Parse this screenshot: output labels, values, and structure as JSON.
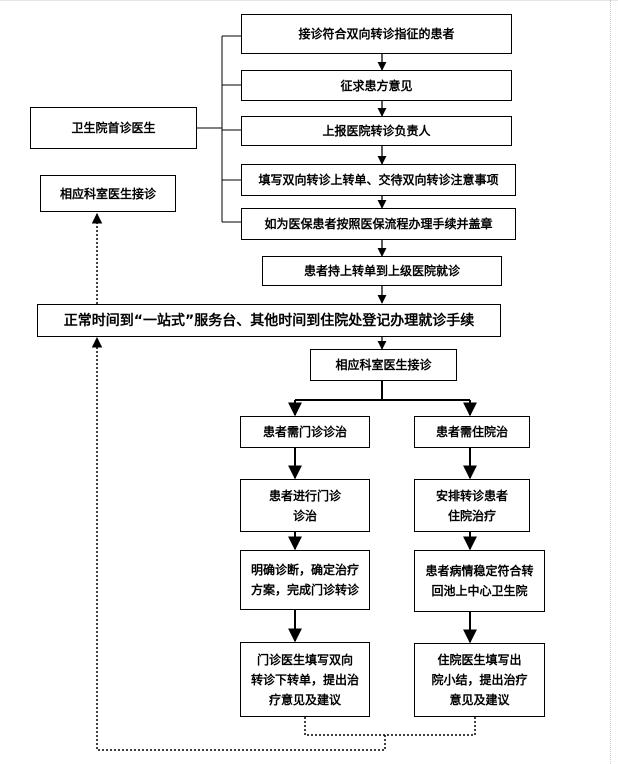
{
  "flowchart": {
    "boxes": {
      "b1": "接诊符合双向转诊指征的患者",
      "b2": "征求患方意见",
      "b3": "上报医院转诊负责人",
      "b4": "填写双向转诊上转单、交待双向转诊注意事项",
      "b5": "如为医保患者按照医保流程办理手续并盖章",
      "b6": "患者持上转单到上级医院就诊",
      "left_doctor": "卫生院首诊医生",
      "left_receive": "相应科室医生接诊",
      "wide": "正常时间到“一站式”服务台、其他时间到住院处登记办理就诊手续",
      "receive": "相应科室医生接诊",
      "out_need": "患者需门诊诊治",
      "in_need": "患者需住院治",
      "out_proc": "患者进行门诊\n诊治",
      "in_proc": "安排转诊患者\n住院治疗",
      "out_diag": "明确诊断，确定治疗\n方案，完成门诊转诊",
      "in_stable": "患者病情稳定符合转\n回池上中心卫生院",
      "out_fill": "门诊医生填写双向\n转诊下转单，提出治\n疗意见及建议",
      "in_fill": "住院医生填写出\n院小结，提出治疗\n意见及建议"
    }
  }
}
